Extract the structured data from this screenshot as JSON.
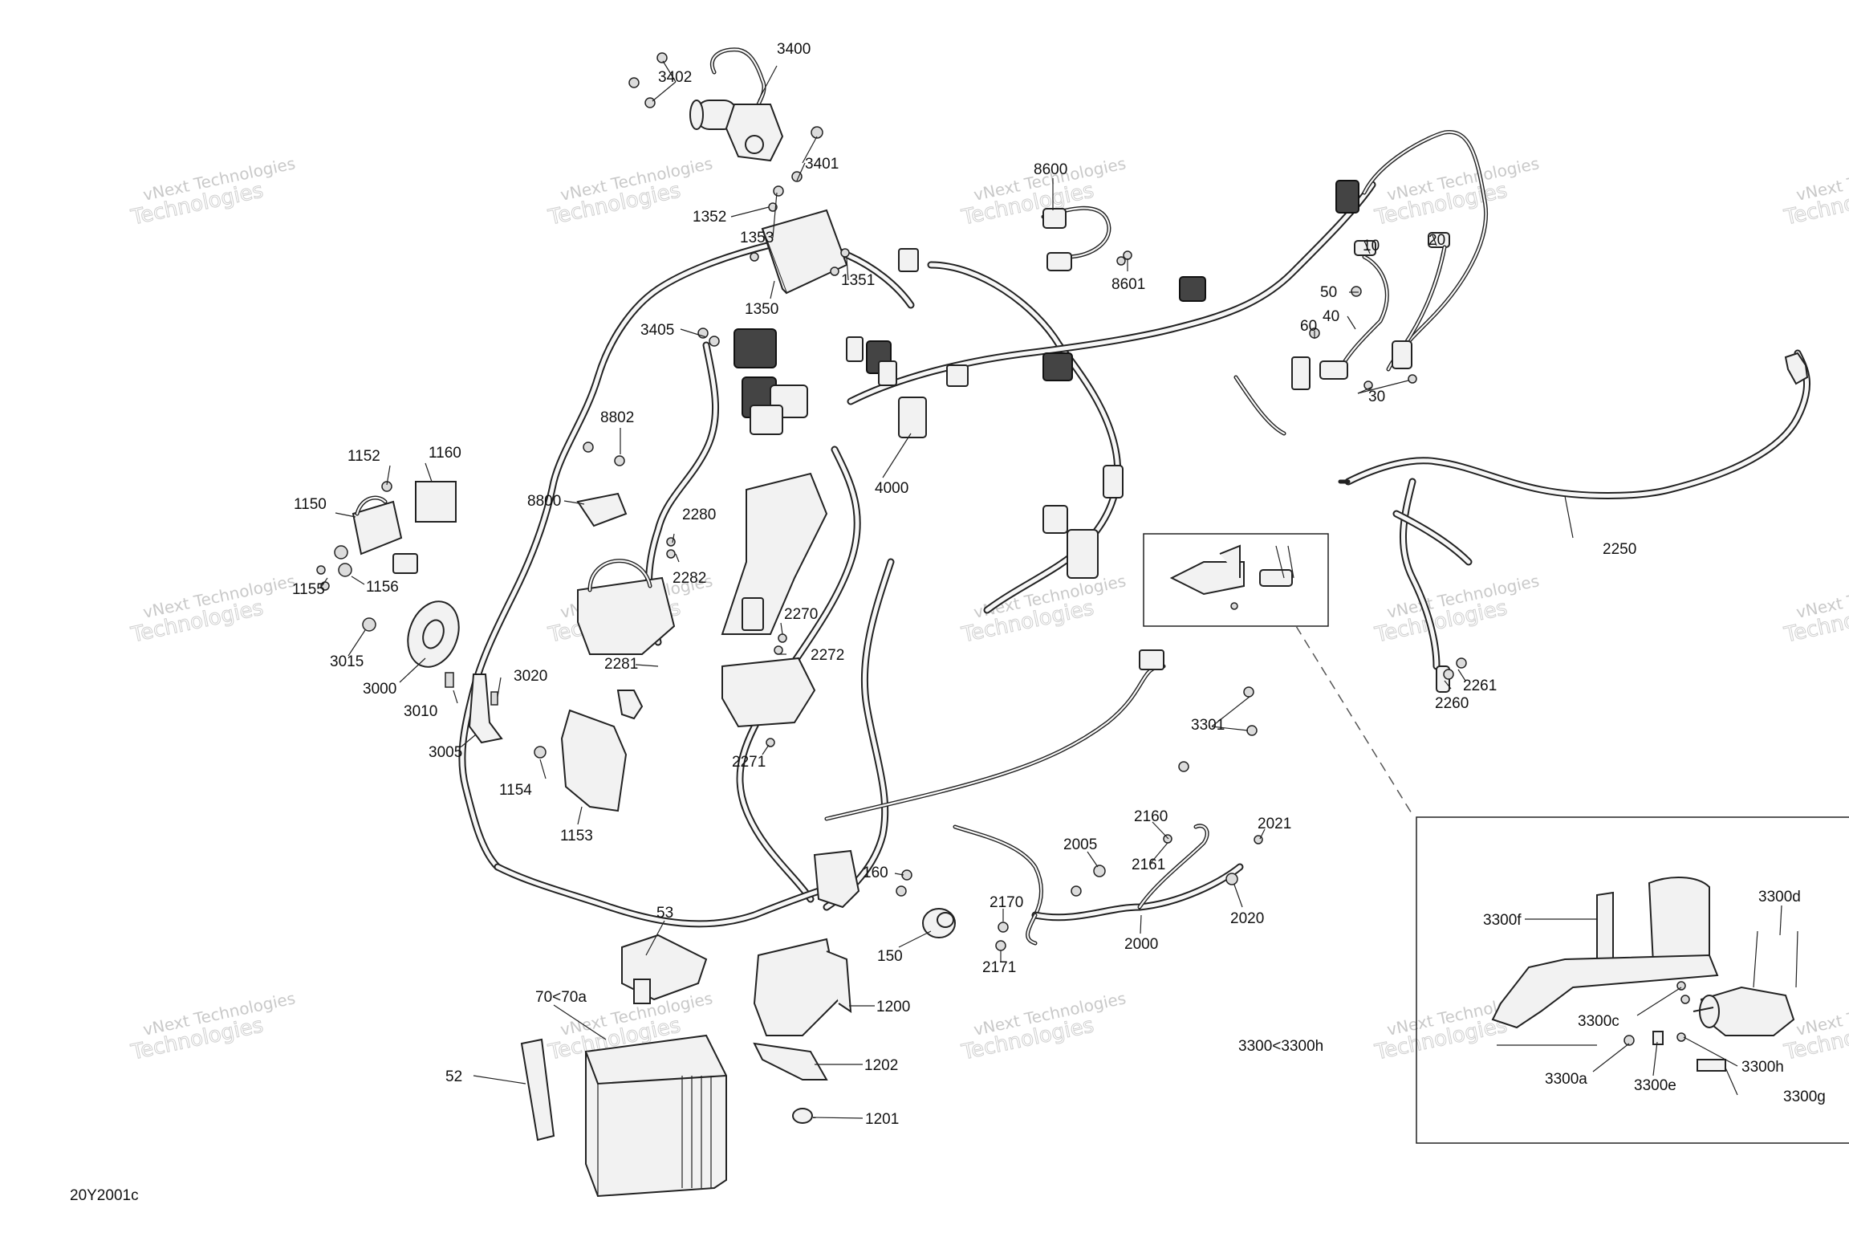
{
  "watermark": {
    "line1": "vNext Technologies",
    "line2": "Technologies"
  },
  "figure_code": "20Y2001c",
  "callouts": [
    {
      "id": "3400",
      "text": "3400"
    },
    {
      "id": "3402",
      "text": "3402"
    },
    {
      "id": "3401",
      "text": "3401"
    },
    {
      "id": "1352",
      "text": "1352"
    },
    {
      "id": "1353",
      "text": "1353"
    },
    {
      "id": "1351",
      "text": "1351"
    },
    {
      "id": "1350",
      "text": "1350"
    },
    {
      "id": "8600",
      "text": "8600"
    },
    {
      "id": "8601",
      "text": "8601"
    },
    {
      "id": "10",
      "text": "10"
    },
    {
      "id": "20",
      "text": "20"
    },
    {
      "id": "50",
      "text": "50"
    },
    {
      "id": "40",
      "text": "40"
    },
    {
      "id": "60",
      "text": "60"
    },
    {
      "id": "30",
      "text": "30"
    },
    {
      "id": "3405",
      "text": "3405"
    },
    {
      "id": "8802",
      "text": "8802"
    },
    {
      "id": "8800",
      "text": "8800"
    },
    {
      "id": "4000",
      "text": "4000"
    },
    {
      "id": "1152",
      "text": "1152"
    },
    {
      "id": "1160",
      "text": "1160"
    },
    {
      "id": "1150",
      "text": "1150"
    },
    {
      "id": "1155",
      "text": "1155"
    },
    {
      "id": "1156",
      "text": "1156"
    },
    {
      "id": "2280",
      "text": "2280"
    },
    {
      "id": "2282",
      "text": "2282"
    },
    {
      "id": "2250",
      "text": "2250"
    },
    {
      "id": "2270",
      "text": "2270"
    },
    {
      "id": "2272",
      "text": "2272"
    },
    {
      "id": "2281",
      "text": "2281"
    },
    {
      "id": "3015",
      "text": "3015"
    },
    {
      "id": "3000",
      "text": "3000"
    },
    {
      "id": "3020",
      "text": "3020"
    },
    {
      "id": "3010",
      "text": "3010"
    },
    {
      "id": "3005",
      "text": "3005"
    },
    {
      "id": "1154",
      "text": "1154"
    },
    {
      "id": "1153",
      "text": "1153"
    },
    {
      "id": "2271",
      "text": "2271"
    },
    {
      "id": "3301",
      "text": "3301"
    },
    {
      "id": "2261",
      "text": "2261"
    },
    {
      "id": "2260",
      "text": "2260"
    },
    {
      "id": "2160",
      "text": "2160"
    },
    {
      "id": "2021",
      "text": "2021"
    },
    {
      "id": "2005",
      "text": "2005"
    },
    {
      "id": "2161",
      "text": "2161"
    },
    {
      "id": "160",
      "text": "160"
    },
    {
      "id": "2170",
      "text": "2170"
    },
    {
      "id": "2020",
      "text": "2020"
    },
    {
      "id": "2000",
      "text": "2000"
    },
    {
      "id": "150",
      "text": "150"
    },
    {
      "id": "2171",
      "text": "2171"
    },
    {
      "id": "53",
      "text": "53"
    },
    {
      "id": "70<70a",
      "text": "70<70a"
    },
    {
      "id": "1200",
      "text": "1200"
    },
    {
      "id": "1202",
      "text": "1202"
    },
    {
      "id": "1201",
      "text": "1201"
    },
    {
      "id": "52",
      "text": "52"
    },
    {
      "id": "3300f",
      "text": "3300f"
    },
    {
      "id": "3300d",
      "text": "3300d"
    },
    {
      "id": "3300c",
      "text": "3300c"
    },
    {
      "id": "3300<3300h",
      "text": "3300<3300h"
    },
    {
      "id": "3300a",
      "text": "3300a"
    },
    {
      "id": "3300e",
      "text": "3300e"
    },
    {
      "id": "3300h",
      "text": "3300h"
    },
    {
      "id": "3300g",
      "text": "3300g"
    }
  ]
}
